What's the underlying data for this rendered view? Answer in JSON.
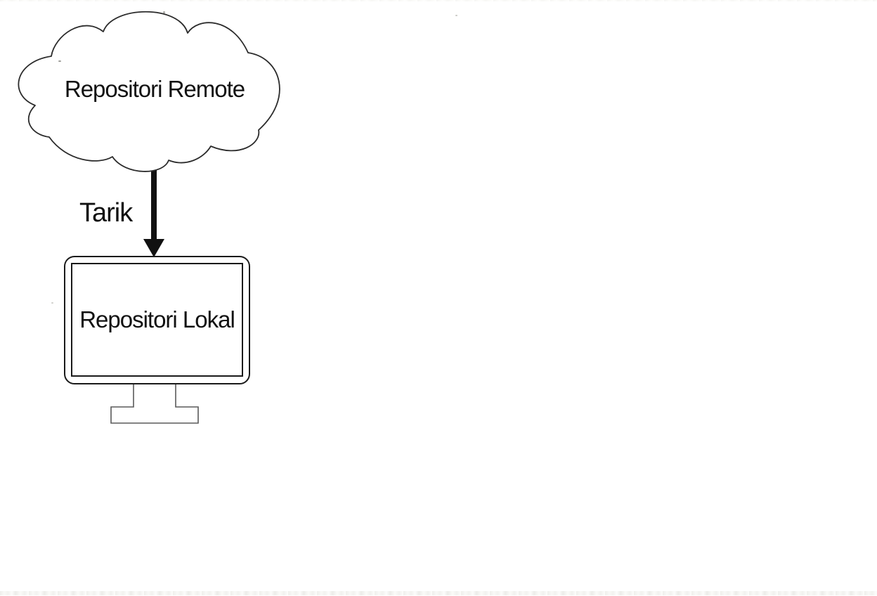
{
  "page": {
    "background": "#ffffff"
  },
  "diagram": {
    "cloud": {
      "shape": "cloud",
      "label": "Repositori Remote"
    },
    "arrow": {
      "label": "Tarik",
      "direction": "down",
      "from": "Repositori Remote",
      "to": "Repositori Lokal"
    },
    "monitor": {
      "shape": "desktop-monitor",
      "label": "Repositori Lokal"
    },
    "colors": {
      "outline": "#2b2b2b",
      "stand_outline": "#5a5a5a",
      "arrow_fill": "#111111",
      "text": "#111111",
      "background": "#ffffff"
    }
  }
}
